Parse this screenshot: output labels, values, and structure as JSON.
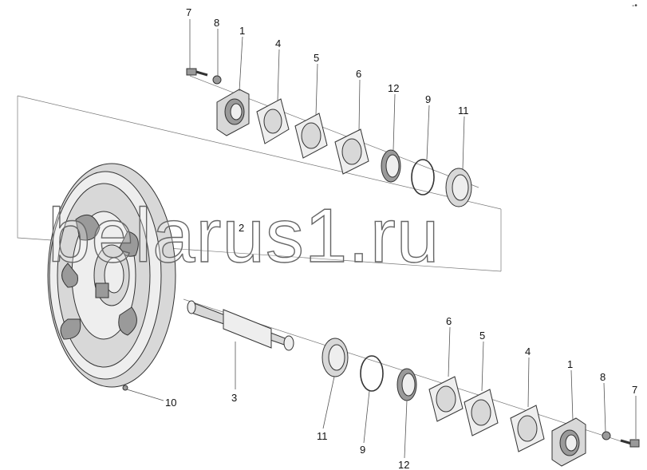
{
  "watermark": "belarus1.ru",
  "corner_mark": "-•",
  "labels": {
    "top": [
      {
        "id": "7",
        "text": "7"
      },
      {
        "id": "8",
        "text": "8"
      },
      {
        "id": "1",
        "text": "1"
      },
      {
        "id": "4",
        "text": "4"
      },
      {
        "id": "5",
        "text": "5"
      },
      {
        "id": "6",
        "text": "6"
      },
      {
        "id": "12",
        "text": "12"
      },
      {
        "id": "9",
        "text": "9"
      },
      {
        "id": "11",
        "text": "11"
      }
    ],
    "middle": [
      {
        "id": "2",
        "text": "2"
      },
      {
        "id": "10",
        "text": "10"
      },
      {
        "id": "3",
        "text": "3"
      }
    ],
    "bottom": [
      {
        "id": "11",
        "text": "11"
      },
      {
        "id": "9",
        "text": "9"
      },
      {
        "id": "12",
        "text": "12"
      },
      {
        "id": "6",
        "text": "6"
      },
      {
        "id": "5",
        "text": "5"
      },
      {
        "id": "4",
        "text": "4"
      },
      {
        "id": "1",
        "text": "1"
      },
      {
        "id": "8",
        "text": "8"
      },
      {
        "id": "7",
        "text": "7"
      }
    ]
  }
}
